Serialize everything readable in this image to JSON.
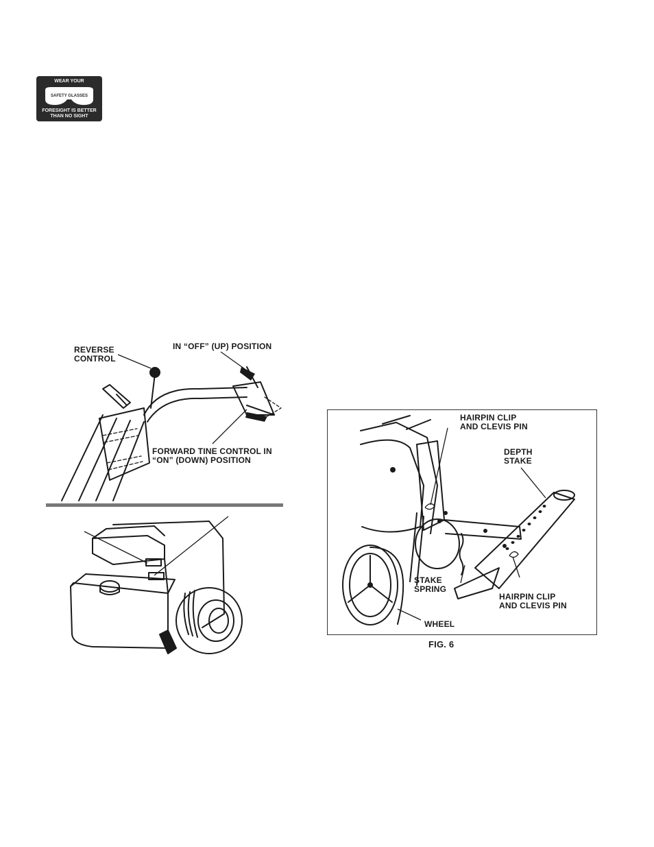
{
  "safety_badge": {
    "top_text": "WEAR YOUR",
    "center_text": "SAFETY GLASSES",
    "bottom_line1": "FORESIGHT IS BETTER",
    "bottom_line2": "THAN NO SIGHT",
    "icon": "safety-glasses-icon"
  },
  "handle_figure": {
    "reverse_control": [
      "REVERSE",
      "CONTROL"
    ],
    "off_position": "IN “OFF” (UP) POSITION",
    "forward_tine": [
      "FORWARD TINE CONTROL IN",
      "“ON” (DOWN) POSITION"
    ]
  },
  "depth_stake_figure": {
    "hairpin_top": [
      "HAIRPIN CLIP",
      "AND CLEVIS PIN"
    ],
    "depth_stake": [
      "DEPTH",
      "STAKE"
    ],
    "stake_spring": [
      "STAKE",
      "SPRING"
    ],
    "hairpin_bottom": [
      "HAIRPIN CLIP",
      "AND CLEVIS PIN"
    ],
    "wheel": "WHEEL",
    "caption": "FIG. 6"
  },
  "colors": {
    "ink": "#1a1a1a",
    "badge_bg": "#2b2b2b",
    "divider": "#777777"
  }
}
